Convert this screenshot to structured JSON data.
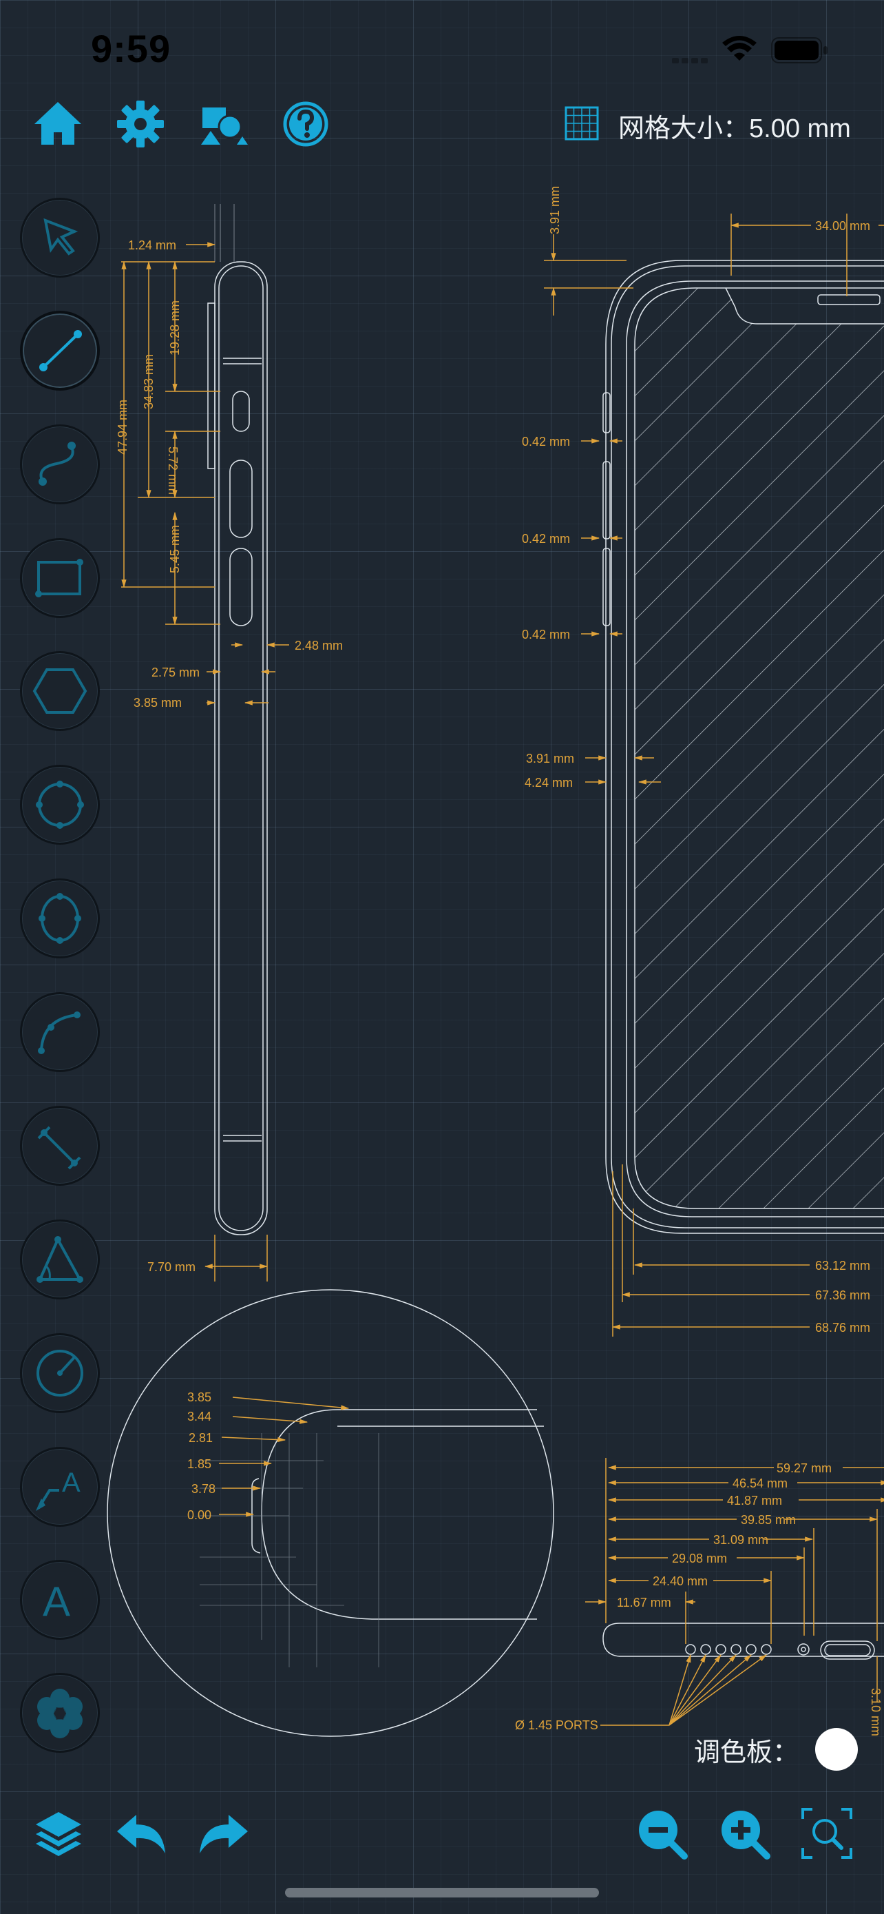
{
  "status_bar": {
    "time": "9:59"
  },
  "toolbar": {
    "grid_size_label": "网格大小：5.00 mm"
  },
  "palette": {
    "label": "调色板：",
    "selected_color": "#ffffff"
  },
  "colors": {
    "accent": "#18a8d8",
    "dimension": "#e0a33a",
    "line": "#dfe6ec",
    "background": "#1e2731"
  },
  "tools": [
    {
      "icon": "select-arrow-icon"
    },
    {
      "icon": "line-tool-icon",
      "active": true
    },
    {
      "icon": "curve-tool-icon"
    },
    {
      "icon": "rectangle-tool-icon"
    },
    {
      "icon": "hexagon-tool-icon"
    },
    {
      "icon": "circle-tool-icon"
    },
    {
      "icon": "ellipse-tool-icon"
    },
    {
      "icon": "arc-tool-icon"
    },
    {
      "icon": "dimension-tool-icon"
    },
    {
      "icon": "angle-tool-icon"
    },
    {
      "icon": "radius-tool-icon"
    },
    {
      "icon": "leader-text-tool-icon"
    },
    {
      "icon": "text-tool-icon"
    },
    {
      "icon": "fill-pattern-tool-icon"
    }
  ],
  "drawing": {
    "side_view": {
      "top_dims": [
        "1.24 mm",
        "47.94 mm",
        "34.83 mm",
        "19.28 mm",
        "5.72 mm",
        "5.45 mm"
      ],
      "width_dims": [
        "2.48 mm",
        "2.75 mm",
        "3.85 mm"
      ],
      "bottom_dim": "7.70 mm"
    },
    "front_view": {
      "top_dims": [
        "3.91 mm",
        "34.00 mm"
      ],
      "button_gaps": [
        "0.42 mm",
        "0.42 mm",
        "0.42 mm"
      ],
      "edge_dims": [
        "3.91 mm",
        "4.24 mm"
      ],
      "width_dims": [
        "63.12 mm",
        "67.36 mm",
        "68.76 mm"
      ]
    },
    "detail_view": {
      "labels": [
        "3.85",
        "3.44",
        "2.81",
        "1.85",
        "3.78",
        "0.00"
      ]
    },
    "bottom_view": {
      "dims": [
        "59.27 mm",
        "46.54 mm",
        "41.87 mm",
        "39.85 mm",
        "31.09 mm",
        "29.08 mm",
        "24.40 mm",
        "11.67 mm"
      ],
      "ports_label": "Ø 1.45 PORTS",
      "height_dim": "3.10 mm"
    }
  }
}
